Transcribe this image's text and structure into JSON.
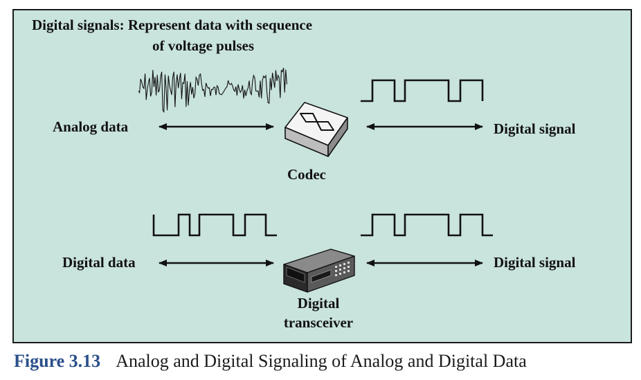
{
  "heading": {
    "line1": "Digital signals: Represent data with sequence",
    "line2": "of voltage pulses"
  },
  "top_row": {
    "left_label": "Analog data",
    "device_label": "Codec",
    "right_label": "Digital signal"
  },
  "bottom_row": {
    "left_label": "Digital data",
    "device_label_line1": "Digital",
    "device_label_line2": "transceiver",
    "right_label": "Digital signal"
  },
  "caption": {
    "figure": "Figure 3.13",
    "text": "Analog and Digital Signaling of Analog and Digital Data"
  },
  "colors": {
    "panel_background": "#c9e3dd",
    "figure_label": "#2a4f8a"
  },
  "icons": [
    "analog-waveform-icon",
    "square-wave-icon",
    "codec-icon",
    "digital-transceiver-icon",
    "double-arrow-icon"
  ]
}
